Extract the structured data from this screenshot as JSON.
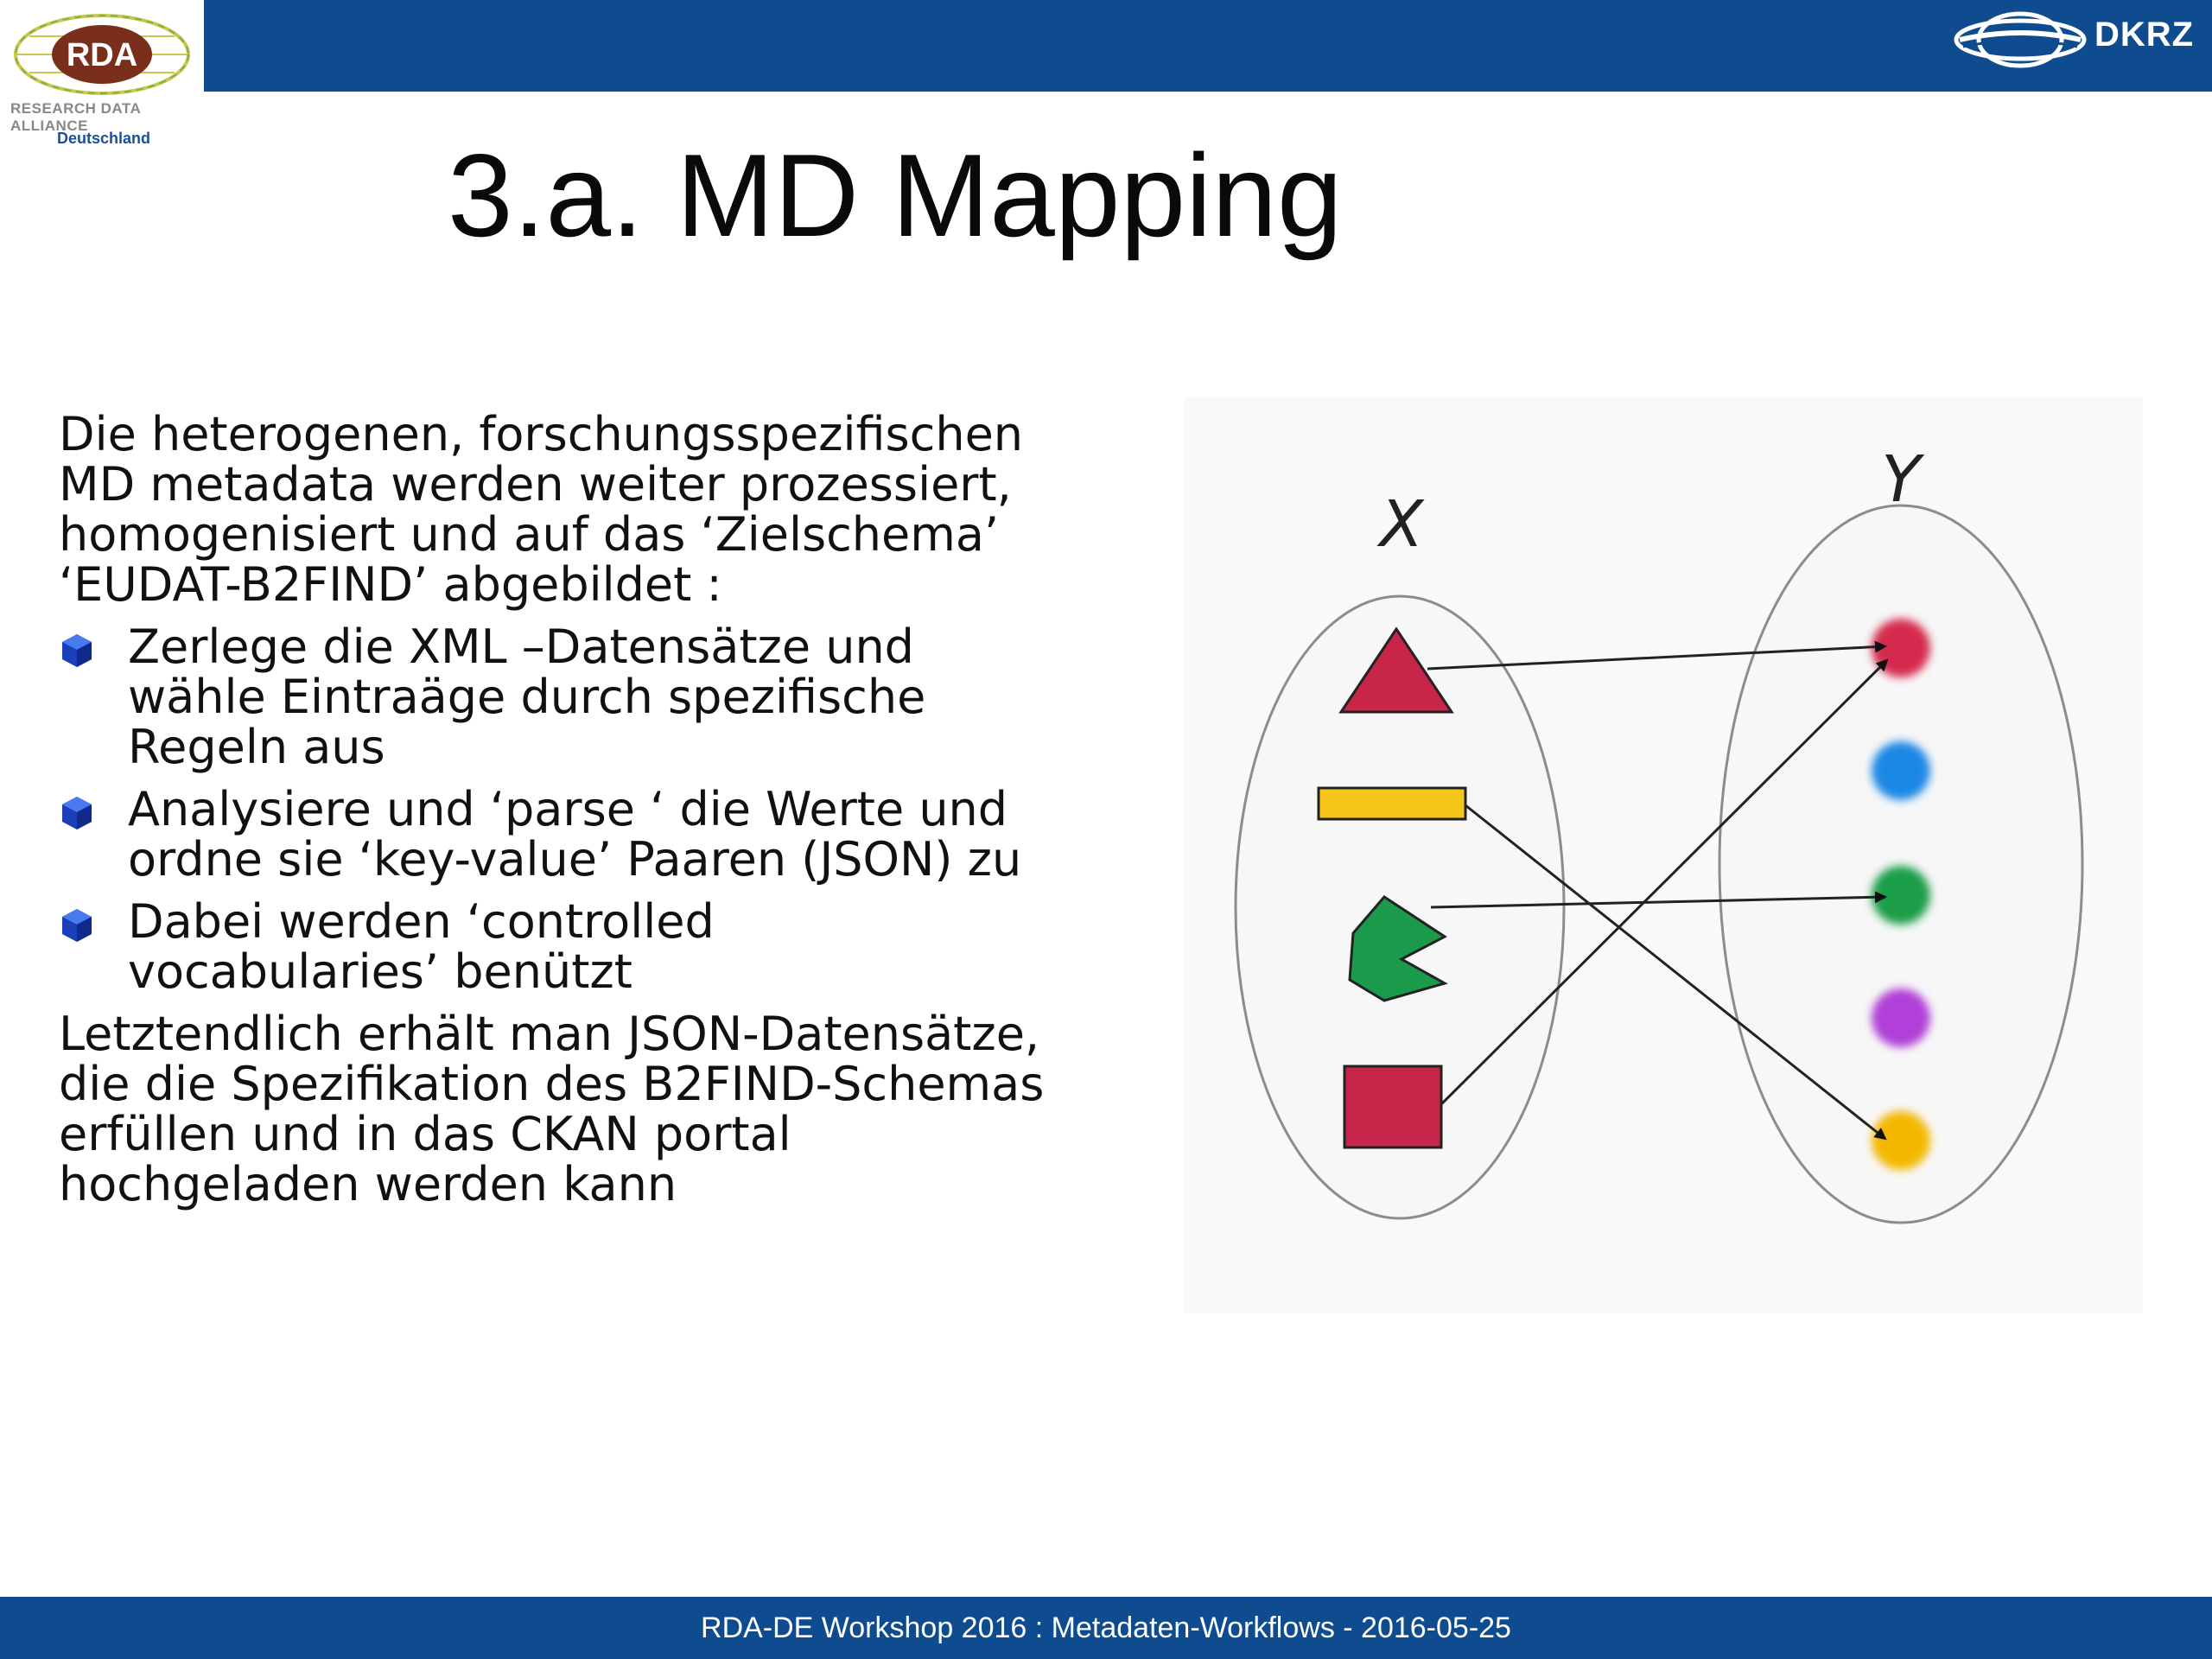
{
  "header": {
    "rda_logo_text": "RDA",
    "rda_subtitle": "RESEARCH DATA ALLIANCE",
    "rda_country": "Deutschland",
    "dkrz_label": "DKRZ"
  },
  "slide": {
    "title": "3.a. MD Mapping",
    "intro": [
      "Die heterogenen, forschungsspezifischen",
      "MD metadata werden weiter prozessiert,",
      "homogenisiert und auf das ‘Zielschema’",
      "‘EUDAT-B2FIND’ abgebildet :"
    ],
    "bullets": [
      {
        "lines": [
          "Zerlege die XML –Datensätze und",
          "wähle Eintraäge durch spezifische",
          "Regeln aus"
        ]
      },
      {
        "lines": [
          "Analysiere und ‘parse ‘ die Werte und",
          "ordne sie ‘key-value’ Paaren  (JSON) zu"
        ]
      },
      {
        "lines": [
          "Dabei werden ‘controlled",
          "vocabularies’ benützt"
        ]
      }
    ],
    "conclusion": [
      "Letztendlich erhält man JSON-Datensätze,",
      "die die Spezifikation des B2FIND-Schemas",
      "erfüllen und in das CKAN portal",
      "hochgeladen werden kann"
    ]
  },
  "diagram": {
    "set_x_label": "X",
    "set_y_label": "Y",
    "colors": {
      "triangle": "#c8254a",
      "rectangle": "#f5c518",
      "pacman": "#1a9a4a",
      "square": "#c8254a",
      "dot_red": "#d42a4e",
      "dot_blue": "#1e88e5",
      "dot_green": "#1e9e4a",
      "dot_purple": "#b040d8",
      "dot_yellow": "#f5b800"
    }
  },
  "footer": {
    "text": "RDA-DE Workshop 2016 : Metadaten-Workflows  -  2016-05-25"
  }
}
